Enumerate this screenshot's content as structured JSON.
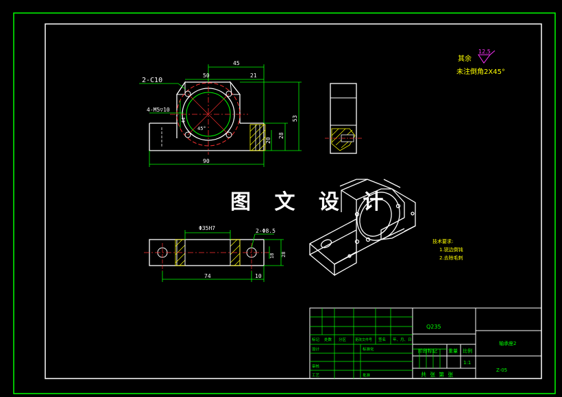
{
  "colors": {
    "outline": "#ffffff",
    "dimension": "#00ff00",
    "center_line": "#ff3030",
    "hatch": "#ffff00",
    "frame": "#ffffff",
    "title_green": "#00ff00",
    "roughness": "#ff33ff"
  },
  "watermark": "图 文 设 计",
  "roughness": {
    "prefix": "其余",
    "value": "12.5",
    "note": "未注倒角2X45°"
  },
  "front_view": {
    "label_chamfer": "2-C10",
    "label_holes": "4-M5▽10",
    "dim_45": "45",
    "dim_50": "50",
    "dim_21": "21",
    "dim_53": "53",
    "dim_28a": "28",
    "dim_20": "20",
    "dim_90": "90",
    "dim_44": "44",
    "dim_angle": "45°"
  },
  "top_view": {
    "label_bore": "Φ35H7",
    "label_holes": "2-Φ8.5",
    "dim_74": "74",
    "dim_10": "10",
    "dim_18": "18",
    "dim_28": "28"
  },
  "tech_req": {
    "title": "技术要求:",
    "items": [
      "1.锐边倒钝",
      "2.去除毛刺"
    ]
  },
  "title_block": {
    "material": "Q235",
    "part_name": "轴承座2",
    "drawing_no": "Z-05",
    "row_labels": [
      "标记",
      "处数",
      "分区",
      "更改文件号",
      "签名",
      "年、月、日"
    ],
    "design": "设计",
    "standardize": "标准化",
    "review": "审核",
    "process": "工艺",
    "approve": "批准",
    "stage_mark": "阶段标记",
    "weight": "重量",
    "scale_label": "比例",
    "scale": "1:1",
    "sheet_footer": "共  张  第  张"
  }
}
